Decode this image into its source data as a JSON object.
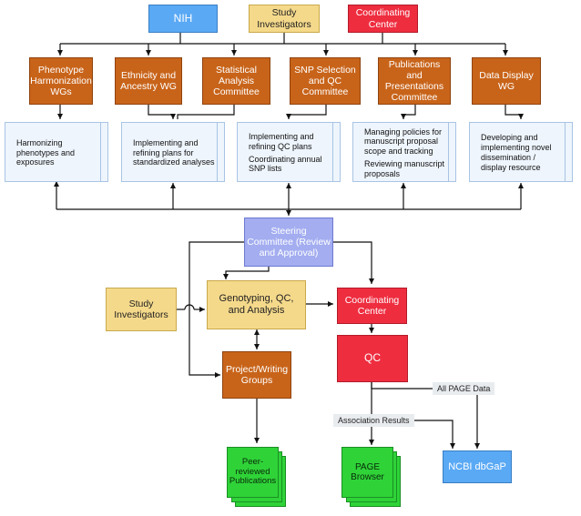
{
  "top": {
    "nih": "NIH",
    "investigators": "Study Investigators",
    "coordinating": "Coordinating Center"
  },
  "groups": [
    {
      "title": "Phenotype Harmonization WGs",
      "desc": [
        "Harmonizing phenotypes and exposures"
      ]
    },
    {
      "title": "Ethnicity and Ancestry WG",
      "desc": [
        "Implementing and refining plans for standardized analyses"
      ]
    },
    {
      "title": "Statistical Analysis Committee",
      "desc": []
    },
    {
      "title": "SNP Selection and QC Committee",
      "desc": [
        "Implementing and refining QC plans",
        "Coordinating annual SNP lists"
      ]
    },
    {
      "title": "Publications and Presentations Committee",
      "desc": [
        "Managing policies for manuscript proposal scope and tracking",
        "Reviewing manuscript proposals"
      ]
    },
    {
      "title": "Data Display WG",
      "desc": [
        "Developing and implementing novel dissemination / display resource"
      ]
    }
  ],
  "flow": {
    "steering": "Steering Committee (Review and Approval)",
    "investigators": "Study Investigators",
    "genotyping": "Genotyping, QC, and Analysis",
    "coordinating": "Coordinating Center",
    "qc": "QC",
    "project": "Project/Writing Groups",
    "publications": "Peer-reviewed Publications",
    "browser": "PAGE Browser",
    "dbgap": "NCBI dbGaP",
    "all_data_label": "All PAGE Data",
    "assoc_label": "Association Results"
  },
  "colors": {
    "blue": "#5aa9f5",
    "yellow": "#f5d98b",
    "red": "#ee2d3f",
    "orange": "#c8641a",
    "lavender": "#a3adf0",
    "green": "#2fd338"
  }
}
